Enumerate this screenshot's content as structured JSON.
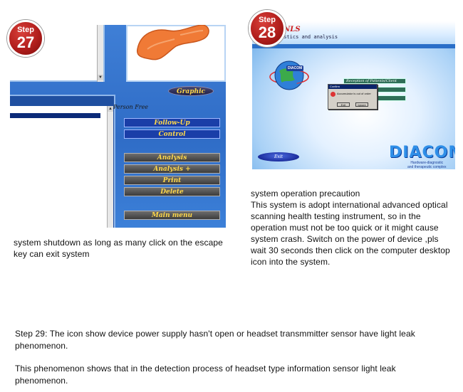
{
  "step27": {
    "badge_label": "Step",
    "badge_number": "27",
    "screen": {
      "person_label": "Person Free",
      "graphic_button": "Graphic",
      "menu": [
        {
          "label": "Follow-Up",
          "style": "blue"
        },
        {
          "label": "Control",
          "style": "blue"
        },
        {
          "label": "Analysis",
          "style": "gray"
        },
        {
          "label": "Analysis +",
          "style": "gray"
        },
        {
          "label": "Print",
          "style": "gray"
        },
        {
          "label": "Delete",
          "style": "gray"
        },
        {
          "label": "Main menu",
          "style": "gray"
        }
      ]
    },
    "caption": "system shutdown as long as many click on the escape key can exit system"
  },
  "step28": {
    "badge_label": "Step",
    "badge_number": "28",
    "screen": {
      "title_line1": "-NLS",
      "title_line2": "ostics and analysis",
      "globe_label": "DIACOM",
      "bar1": "Reception of Patients/Client",
      "dialog_title": "Confirm",
      "dialog_message": "Accumulator is out of order",
      "dialog_ok": "Exit",
      "dialog_cancel": "Ignore",
      "exit_button": "Exit",
      "logo": "DIACOM",
      "logo_sub_line1": "Hardware-diagnostic",
      "logo_sub_line2": "and therapeutic complex"
    },
    "caption": "system operation precaution\nThis system is adopt international advanced optical scanning health testing instrument, so in the\noperation must not be too quick or it might cause system crash. Switch on the power of device ,pls\nwait 30 seconds then click on the computer desktop icon into the system."
  },
  "step29": {
    "paragraph1": "Step 29: The icon show device power supply hasn't open or headset transmmitter sensor have light leak phenomenon.",
    "paragraph2": "This phenomenon shows that in the detection process of headset type information sensor light leak  phenomenon."
  },
  "colors": {
    "badge_red": "#b11e1c",
    "app_blue": "#2f6cc6",
    "button_text_yellow": "#ffd84a",
    "logo_blue": "#2f8fe8"
  }
}
